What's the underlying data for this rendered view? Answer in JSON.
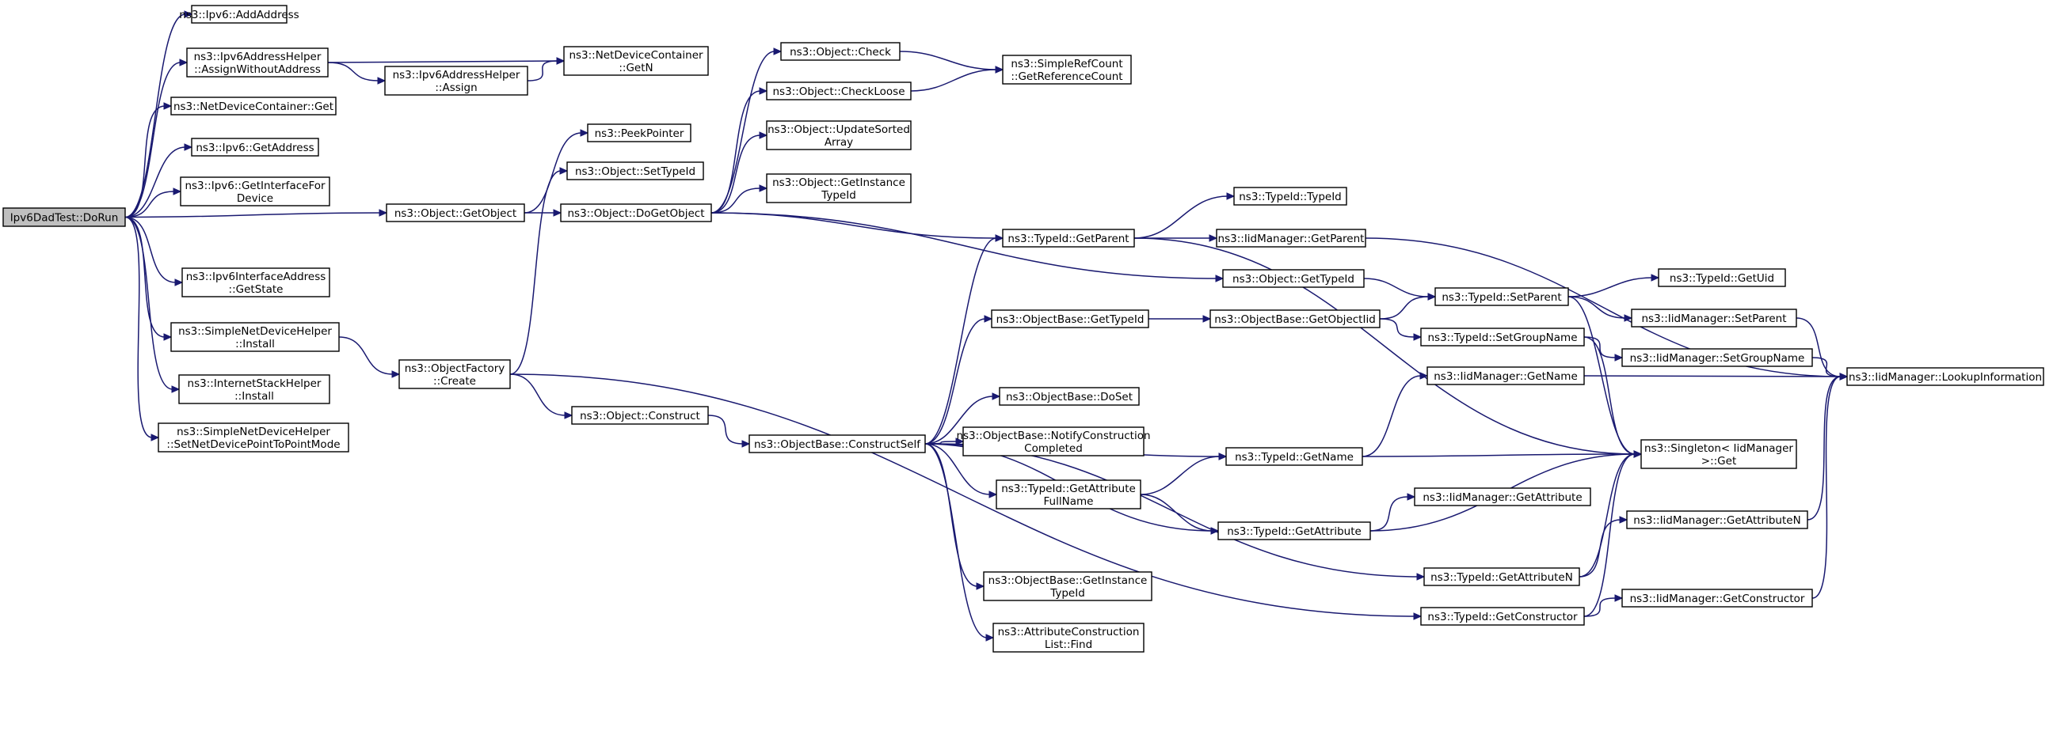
{
  "nodes": [
    {
      "id": "root",
      "lines": [
        "Ipv6DadTest::DoRun"
      ],
      "root": true
    },
    {
      "id": "ipv6_addaddress",
      "lines": [
        "ns3::Ipv6::AddAddress"
      ]
    },
    {
      "id": "assign_without",
      "lines": [
        "ns3::Ipv6AddressHelper",
        "::AssignWithoutAddress"
      ]
    },
    {
      "id": "ndc_getn",
      "lines": [
        "ns3::NetDeviceContainer",
        "::GetN"
      ]
    },
    {
      "id": "assign",
      "lines": [
        "ns3::Ipv6AddressHelper",
        "::Assign"
      ]
    },
    {
      "id": "ndc_get",
      "lines": [
        "ns3::NetDeviceContainer::Get"
      ]
    },
    {
      "id": "ipv6_getaddress",
      "lines": [
        "ns3::Ipv6::GetAddress"
      ]
    },
    {
      "id": "ipv6_getinterface",
      "lines": [
        "ns3::Ipv6::GetInterfaceFor",
        "Device"
      ]
    },
    {
      "id": "obj_getobject",
      "lines": [
        "ns3::Object::GetObject"
      ]
    },
    {
      "id": "iia_getstate",
      "lines": [
        "ns3::Ipv6InterfaceAddress",
        "::GetState"
      ]
    },
    {
      "id": "sndh_install",
      "lines": [
        "ns3::SimpleNetDeviceHelper",
        "::Install"
      ]
    },
    {
      "id": "ish_install",
      "lines": [
        "ns3::InternetStackHelper",
        "::Install"
      ]
    },
    {
      "id": "sndh_setp2p",
      "lines": [
        "ns3::SimpleNetDeviceHelper",
        "::SetNetDevicePointToPointMode"
      ]
    },
    {
      "id": "peekpointer",
      "lines": [
        "ns3::PeekPointer"
      ]
    },
    {
      "id": "obj_settypeid",
      "lines": [
        "ns3::Object::SetTypeId"
      ]
    },
    {
      "id": "obj_dogetobject",
      "lines": [
        "ns3::Object::DoGetObject"
      ]
    },
    {
      "id": "objfactory_create",
      "lines": [
        "ns3::ObjectFactory",
        "::Create"
      ]
    },
    {
      "id": "obj_construct",
      "lines": [
        "ns3::Object::Construct"
      ]
    },
    {
      "id": "obj_check",
      "lines": [
        "ns3::Object::Check"
      ]
    },
    {
      "id": "obj_checkloose",
      "lines": [
        "ns3::Object::CheckLoose"
      ]
    },
    {
      "id": "obj_updatesorted",
      "lines": [
        "ns3::Object::UpdateSorted",
        "Array"
      ]
    },
    {
      "id": "obj_getinstancetypeid",
      "lines": [
        "ns3::Object::GetInstance",
        "TypeId"
      ]
    },
    {
      "id": "src_getrefcount",
      "lines": [
        "ns3::SimpleRefCount",
        "::GetReferenceCount"
      ]
    },
    {
      "id": "ob_constructself",
      "lines": [
        "ns3::ObjectBase::ConstructSelf"
      ]
    },
    {
      "id": "ob_gettypeid",
      "lines": [
        "ns3::ObjectBase::GetTypeId"
      ]
    },
    {
      "id": "ob_doset",
      "lines": [
        "ns3::ObjectBase::DoSet"
      ]
    },
    {
      "id": "ob_notify",
      "lines": [
        "ns3::ObjectBase::NotifyConstruction",
        "Completed"
      ]
    },
    {
      "id": "tid_getattrfullname",
      "lines": [
        "ns3::TypeId::GetAttribute",
        "FullName"
      ]
    },
    {
      "id": "ob_getinstancetypeid",
      "lines": [
        "ns3::ObjectBase::GetInstance",
        "TypeId"
      ]
    },
    {
      "id": "acl_find",
      "lines": [
        "ns3::AttributeConstruction",
        "List::Find"
      ]
    },
    {
      "id": "tid_getparent",
      "lines": [
        "ns3::TypeId::GetParent"
      ]
    },
    {
      "id": "tid_typeid",
      "lines": [
        "ns3::TypeId::TypeId"
      ]
    },
    {
      "id": "iid_getparent",
      "lines": [
        "ns3::IidManager::GetParent"
      ]
    },
    {
      "id": "obj_gettypeid",
      "lines": [
        "ns3::Object::GetTypeId"
      ]
    },
    {
      "id": "ob_getobjectiid",
      "lines": [
        "ns3::ObjectBase::GetObjectIid"
      ]
    },
    {
      "id": "tid_setparent",
      "lines": [
        "ns3::TypeId::SetParent"
      ]
    },
    {
      "id": "tid_setgroupname",
      "lines": [
        "ns3::TypeId::SetGroupName"
      ]
    },
    {
      "id": "iid_getname",
      "lines": [
        "ns3::IidManager::GetName"
      ]
    },
    {
      "id": "tid_getname",
      "lines": [
        "ns3::TypeId::GetName"
      ]
    },
    {
      "id": "tid_getattribute",
      "lines": [
        "ns3::TypeId::GetAttribute"
      ]
    },
    {
      "id": "iid_getattribute",
      "lines": [
        "ns3::IidManager::GetAttribute"
      ]
    },
    {
      "id": "tid_getattributen",
      "lines": [
        "ns3::TypeId::GetAttributeN"
      ]
    },
    {
      "id": "tid_getconstructor",
      "lines": [
        "ns3::TypeId::GetConstructor"
      ]
    },
    {
      "id": "tid_getuid",
      "lines": [
        "ns3::TypeId::GetUid"
      ]
    },
    {
      "id": "iid_setparent",
      "lines": [
        "ns3::IidManager::SetParent"
      ]
    },
    {
      "id": "iid_setgroupname",
      "lines": [
        "ns3::IidManager::SetGroupName"
      ]
    },
    {
      "id": "singleton_get",
      "lines": [
        "ns3::Singleton< IidManager",
        " >::Get"
      ]
    },
    {
      "id": "iid_getattributen",
      "lines": [
        "ns3::IidManager::GetAttributeN"
      ]
    },
    {
      "id": "iid_getconstructor",
      "lines": [
        "ns3::IidManager::GetConstructor"
      ]
    },
    {
      "id": "iid_lookupinfo",
      "lines": [
        "ns3::IidManager::LookupInformation"
      ]
    }
  ],
  "edges": [
    [
      "root",
      "ipv6_addaddress"
    ],
    [
      "root",
      "assign_without"
    ],
    [
      "root",
      "ndc_get"
    ],
    [
      "root",
      "ipv6_getaddress"
    ],
    [
      "root",
      "ipv6_getinterface"
    ],
    [
      "root",
      "obj_getobject"
    ],
    [
      "root",
      "iia_getstate"
    ],
    [
      "root",
      "sndh_install"
    ],
    [
      "root",
      "ish_install"
    ],
    [
      "root",
      "sndh_setp2p"
    ],
    [
      "assign_without",
      "ndc_getn"
    ],
    [
      "assign_without",
      "assign"
    ],
    [
      "assign",
      "ndc_getn"
    ],
    [
      "obj_getobject",
      "peekpointer"
    ],
    [
      "obj_getobject",
      "obj_dogetobject"
    ],
    [
      "sndh_install",
      "objfactory_create"
    ],
    [
      "objfactory_create",
      "obj_settypeid"
    ],
    [
      "objfactory_create",
      "obj_construct"
    ],
    [
      "objfactory_create",
      "tid_getconstructor"
    ],
    [
      "obj_dogetobject",
      "obj_check"
    ],
    [
      "obj_dogetobject",
      "obj_checkloose"
    ],
    [
      "obj_dogetobject",
      "obj_updatesorted"
    ],
    [
      "obj_dogetobject",
      "obj_getinstancetypeid"
    ],
    [
      "obj_dogetobject",
      "tid_getparent"
    ],
    [
      "obj_dogetobject",
      "obj_gettypeid"
    ],
    [
      "obj_check",
      "src_getrefcount"
    ],
    [
      "obj_checkloose",
      "src_getrefcount"
    ],
    [
      "obj_construct",
      "ob_constructself"
    ],
    [
      "ob_constructself",
      "tid_getparent"
    ],
    [
      "ob_constructself",
      "ob_gettypeid"
    ],
    [
      "ob_constructself",
      "tid_getname"
    ],
    [
      "ob_constructself",
      "ob_doset"
    ],
    [
      "ob_constructself",
      "ob_notify"
    ],
    [
      "ob_constructself",
      "tid_getattrfullname"
    ],
    [
      "ob_constructself",
      "tid_getattribute"
    ],
    [
      "ob_constructself",
      "ob_getinstancetypeid"
    ],
    [
      "ob_constructself",
      "acl_find"
    ],
    [
      "ob_constructself",
      "tid_getattributen"
    ],
    [
      "tid_getparent",
      "tid_typeid"
    ],
    [
      "tid_getparent",
      "iid_getparent"
    ],
    [
      "tid_getparent",
      "singleton_get"
    ],
    [
      "iid_getparent",
      "iid_lookupinfo"
    ],
    [
      "obj_gettypeid",
      "tid_setparent"
    ],
    [
      "ob_gettypeid",
      "ob_getobjectiid"
    ],
    [
      "ob_getobjectiid",
      "tid_setparent"
    ],
    [
      "ob_getobjectiid",
      "tid_setgroupname"
    ],
    [
      "tid_setparent",
      "tid_getuid"
    ],
    [
      "tid_setparent",
      "iid_setparent"
    ],
    [
      "tid_setparent",
      "singleton_get"
    ],
    [
      "iid_setparent",
      "iid_lookupinfo"
    ],
    [
      "tid_setgroupname",
      "iid_setgroupname"
    ],
    [
      "tid_setgroupname",
      "singleton_get"
    ],
    [
      "iid_setgroupname",
      "iid_lookupinfo"
    ],
    [
      "iid_getname",
      "iid_lookupinfo"
    ],
    [
      "tid_getname",
      "iid_getname"
    ],
    [
      "tid_getname",
      "singleton_get"
    ],
    [
      "tid_getattrfullname",
      "tid_getname"
    ],
    [
      "tid_getattrfullname",
      "tid_getattribute"
    ],
    [
      "tid_getattribute",
      "iid_getattribute"
    ],
    [
      "tid_getattribute",
      "singleton_get"
    ],
    [
      "tid_getattributen",
      "singleton_get"
    ],
    [
      "tid_getattributen",
      "iid_getattributen"
    ],
    [
      "iid_getattributen",
      "iid_lookupinfo"
    ],
    [
      "tid_getconstructor",
      "singleton_get"
    ],
    [
      "tid_getconstructor",
      "iid_getconstructor"
    ],
    [
      "iid_getconstructor",
      "iid_lookupinfo"
    ]
  ]
}
